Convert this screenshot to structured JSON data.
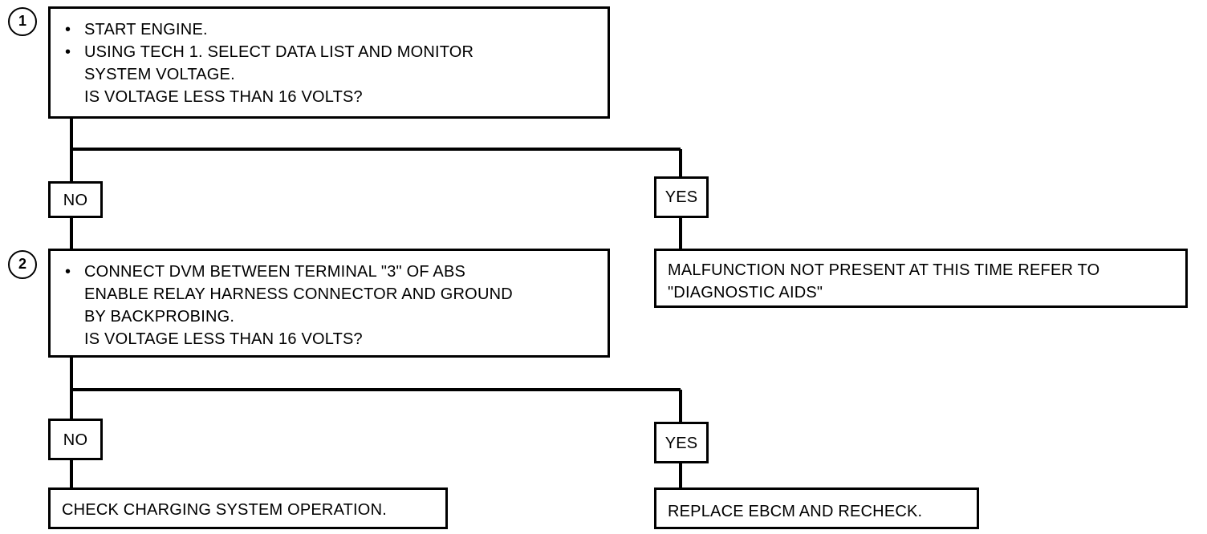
{
  "steps": [
    {
      "number": "1",
      "bullets": [
        "START ENGINE.",
        "USING TECH 1. SELECT DATA LIST AND MONITOR SYSTEM VOLTAGE."
      ],
      "question": "IS VOLTAGE LESS THAN 16 VOLTS?"
    },
    {
      "number": "2",
      "bullets": [
        "CONNECT DVM BETWEEN TERMINAL \"3\" OF ABS ENABLE RELAY HARNESS CONNECTOR AND GROUND BY BACKPROBING."
      ],
      "question": "IS VOLTAGE LESS THAN 16 VOLTS?"
    }
  ],
  "branches": {
    "step1_no": "NO",
    "step1_yes": "YES",
    "step2_no": "NO",
    "step2_yes": "YES"
  },
  "results": {
    "step1_yes": "MALFUNCTION NOT PRESENT AT THIS TIME  REFER TO \"DIAGNOSTIC AIDS\"",
    "step2_no": "CHECK CHARGING SYSTEM OPERATION.",
    "step2_yes": "REPLACE EBCM AND RECHECK."
  },
  "colors": {
    "line": "#000000",
    "background": "#ffffff"
  }
}
